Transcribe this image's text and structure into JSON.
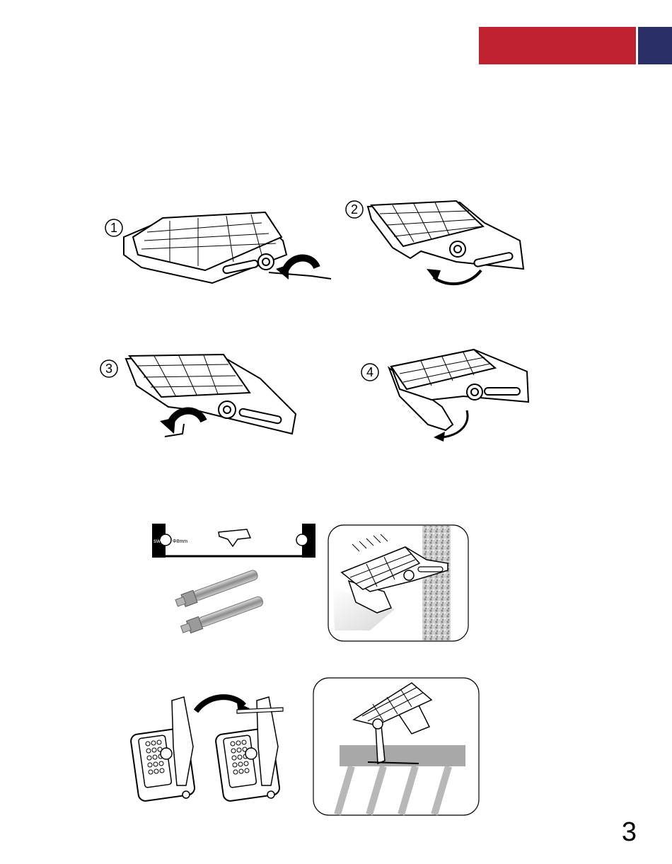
{
  "header": {
    "accent_color": "#bf2131",
    "secondary_color": "#2a3066"
  },
  "steps": [
    {
      "number": "1"
    },
    {
      "number": "2"
    },
    {
      "number": "3"
    },
    {
      "number": "4"
    }
  ],
  "template": {
    "sw_label": "sw",
    "hole_label": "Φ8mm"
  },
  "page_number": "3"
}
